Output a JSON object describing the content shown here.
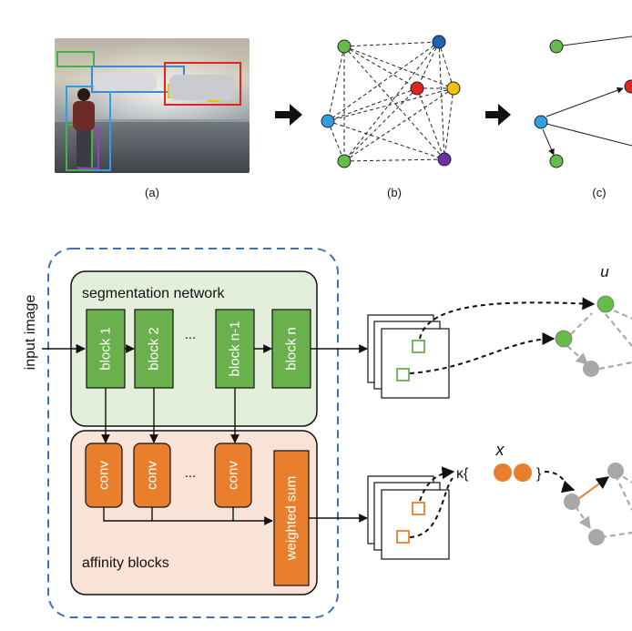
{
  "top_panels": {
    "a_caption": "(a)",
    "b_caption": "(b)",
    "c_caption": "(c)"
  },
  "pipeline": {
    "input_label": "input image",
    "seg_title": "segmentation network",
    "blocks": [
      "block 1",
      "block 2",
      "block n-1",
      "block n"
    ],
    "block_ellipsis": "...",
    "conv_labels": [
      "conv",
      "conv",
      "conv"
    ],
    "conv_ellipsis": "...",
    "weighted_sum": "weighted sum",
    "affinity_title": "affinity blocks",
    "u_label": "u",
    "x_label": "x",
    "kappa_open": "κ{",
    "kappa_close": "}"
  },
  "colors": {
    "green_block": "#6ab04c",
    "orange_block": "#e97f2c",
    "seg_bg": "#e4efdb",
    "aff_bg": "#f9e3d6",
    "dashed_frame": "#3f6fb5",
    "node_green": "#66bb4a",
    "node_blue": "#2e9fe0",
    "node_red": "#e0241f",
    "node_yellow": "#f2c011",
    "node_navy": "#1f63b8",
    "node_purple": "#6a2fa0",
    "node_gray": "#a8a8a8"
  }
}
